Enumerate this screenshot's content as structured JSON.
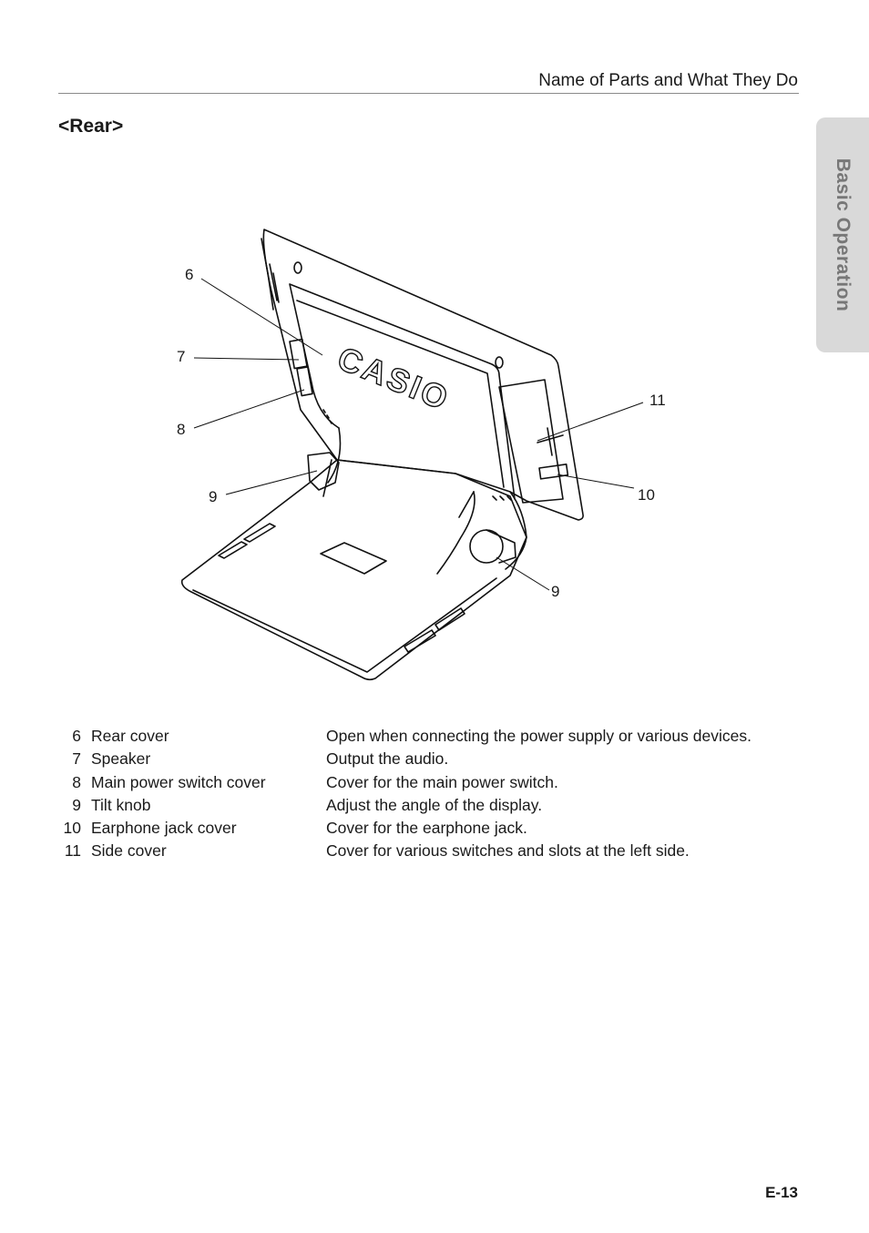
{
  "header": {
    "title": "Name of Parts and What They Do"
  },
  "section": {
    "title": "<Rear>"
  },
  "side_tab": {
    "label": "Basic Operation"
  },
  "diagram": {
    "brand_text": "CASIO",
    "callouts": {
      "c6": "6",
      "c7": "7",
      "c8": "8",
      "c9_left": "9",
      "c9_right": "9",
      "c10": "10",
      "c11": "11"
    }
  },
  "parts": [
    {
      "num": "6",
      "name": "Rear cover",
      "desc": "Open when connecting the power supply or various devices."
    },
    {
      "num": "7",
      "name": "Speaker",
      "desc": "Output the audio."
    },
    {
      "num": "8",
      "name": "Main power switch cover",
      "desc": "Cover for the main power switch."
    },
    {
      "num": "9",
      "name": "Tilt knob",
      "desc": "Adjust the angle of the display."
    },
    {
      "num": "10",
      "name": "Earphone jack cover",
      "desc": "Cover for the earphone jack."
    },
    {
      "num": "11",
      "name": "Side cover",
      "desc": "Cover for various switches and slots at the left side."
    }
  ],
  "footer": {
    "page_number": "E-13"
  }
}
